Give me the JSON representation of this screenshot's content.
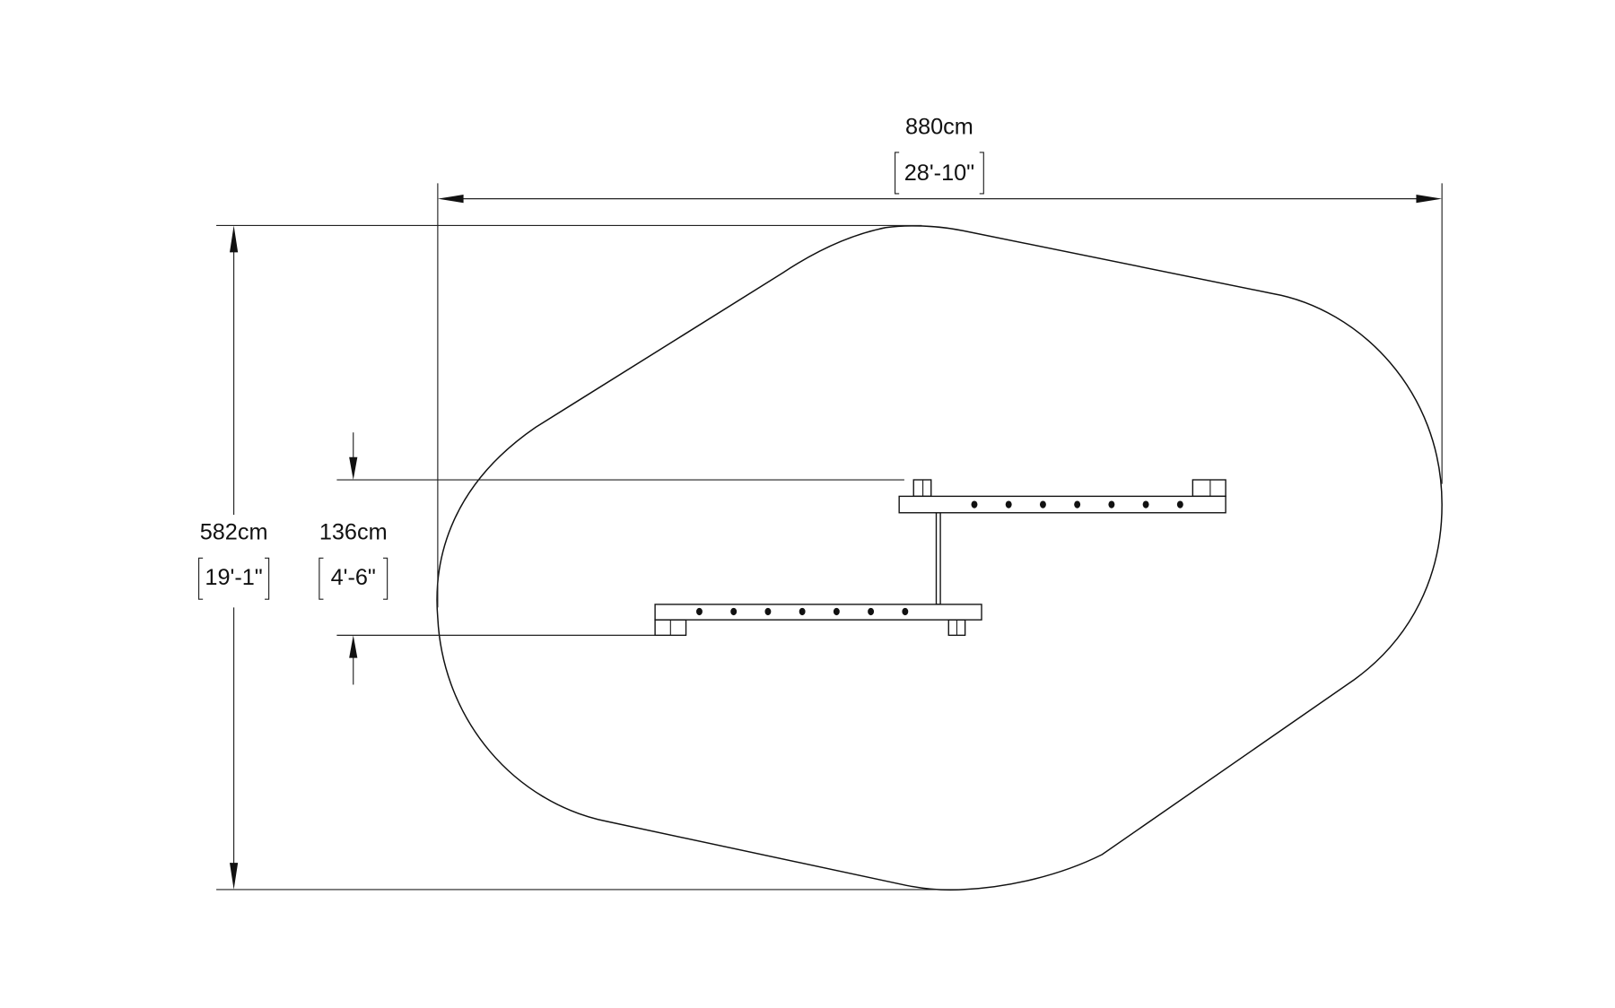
{
  "dimensions": {
    "width": {
      "metric": "880cm",
      "imperial": "28'-10\""
    },
    "depth": {
      "metric": "582cm",
      "imperial": "19'-1\""
    },
    "offset": {
      "metric": "136cm",
      "imperial": "4'-6\""
    }
  },
  "structure": {
    "holes_per_bar": 7,
    "bars": 2
  },
  "colors": {
    "line": "#111111",
    "background": "#ffffff"
  }
}
